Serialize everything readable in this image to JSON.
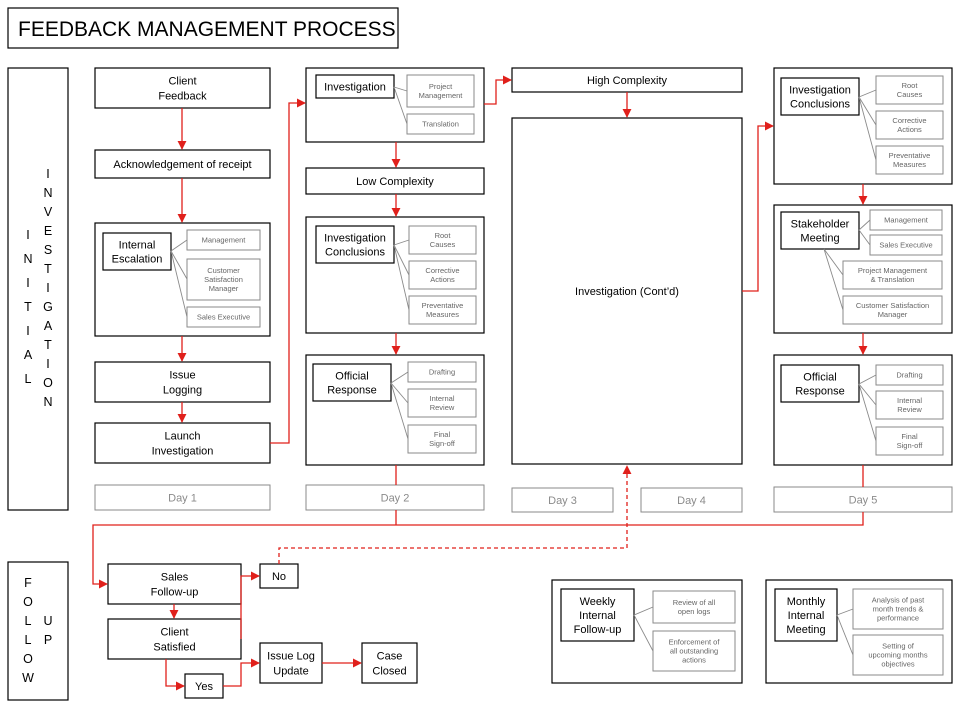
{
  "title": "FEEDBACK MANAGEMENT PROCESS",
  "lanes": {
    "initial_investigation": {
      "col1": [
        "I",
        "N",
        "I",
        "T",
        "I",
        "A",
        "L"
      ],
      "col2": [
        "I",
        "N",
        "V",
        "E",
        "S",
        "T",
        "I",
        "G",
        "A",
        "T",
        "I",
        "O",
        "N"
      ]
    },
    "follow_up": {
      "col1": [
        "F",
        "O",
        "L",
        "L",
        "O",
        "W"
      ],
      "col2": [
        "U",
        "P"
      ]
    }
  },
  "day1": {
    "client_feedback": [
      "Client",
      "Feedback"
    ],
    "acknowledgement": "Acknowledgement  of receipt",
    "internal_escalation": {
      "title": [
        "Internal",
        "Escalation"
      ],
      "items": [
        [
          "Management"
        ],
        [
          "Customer",
          "Satisfaction",
          "Manager"
        ],
        [
          "Sales Executive"
        ]
      ]
    },
    "issue_logging": [
      "Issue",
      "Logging"
    ],
    "launch_investigation": [
      "Launch",
      "Investigation"
    ]
  },
  "day2": {
    "investigation": {
      "title": "Investigation",
      "items": [
        [
          "Project",
          "Management"
        ],
        [
          "Translation"
        ]
      ]
    },
    "low_complexity": "Low Complexity",
    "conclusions": {
      "title": [
        "Investigation",
        "Conclusions"
      ],
      "items": [
        [
          "Root",
          "Causes"
        ],
        [
          "Corrective",
          "Actions"
        ],
        [
          "Preventative",
          "Measures"
        ]
      ]
    },
    "official_response": {
      "title": [
        "Official",
        "Response"
      ],
      "items": [
        [
          "Drafting"
        ],
        [
          "Internal",
          "Review"
        ],
        [
          "Final",
          "Sign-off"
        ]
      ]
    }
  },
  "day34": {
    "high_complexity": "High Complexity",
    "investigation_contd": "Investigation  (Cont’d)"
  },
  "day5": {
    "conclusions": {
      "title": [
        "Investigation",
        "Conclusions"
      ],
      "items": [
        [
          "Root",
          "Causes"
        ],
        [
          "Corrective",
          "Actions"
        ],
        [
          "Preventative",
          "Measures"
        ]
      ]
    },
    "stakeholder_meeting": {
      "title": [
        "Stakeholder",
        "Meeting"
      ],
      "items": [
        [
          "Management"
        ],
        [
          "Sales Executive"
        ],
        [
          "Project Management",
          "& Translation"
        ],
        [
          "Customer Satisfaction",
          "Manager"
        ]
      ]
    },
    "official_response": {
      "title": [
        "Official",
        "Response"
      ],
      "items": [
        [
          "Drafting"
        ],
        [
          "Internal",
          "Review"
        ],
        [
          "Final",
          "Sign-off"
        ]
      ]
    }
  },
  "days": [
    "Day 1",
    "Day 2",
    "Day 3",
    "Day 4",
    "Day 5"
  ],
  "follow_up": {
    "sales_follow_up": [
      "Sales",
      "Follow-up"
    ],
    "client_satisfied": [
      "Client",
      "Satisfied"
    ],
    "no": "No",
    "yes": "Yes",
    "issue_log_update": [
      "Issue Log",
      "Update"
    ],
    "case_closed": [
      "Case",
      "Closed"
    ]
  },
  "weekly": {
    "title": [
      "Weekly",
      "Internal",
      "Follow-up"
    ],
    "items": [
      [
        "Review of all",
        "open logs"
      ],
      [
        "Enforcement of",
        "all outstanding",
        "actions"
      ]
    ]
  },
  "monthly": {
    "title": [
      "Monthly",
      "Internal",
      "Meeting"
    ],
    "items": [
      [
        "Analysis of past",
        "month trends &",
        "performance"
      ],
      [
        "Setting of",
        "upcoming months",
        "objectives"
      ]
    ]
  },
  "colors": {
    "accent": "#e0201b",
    "box_border": "#000000",
    "sub_border": "#8a8a8a"
  }
}
